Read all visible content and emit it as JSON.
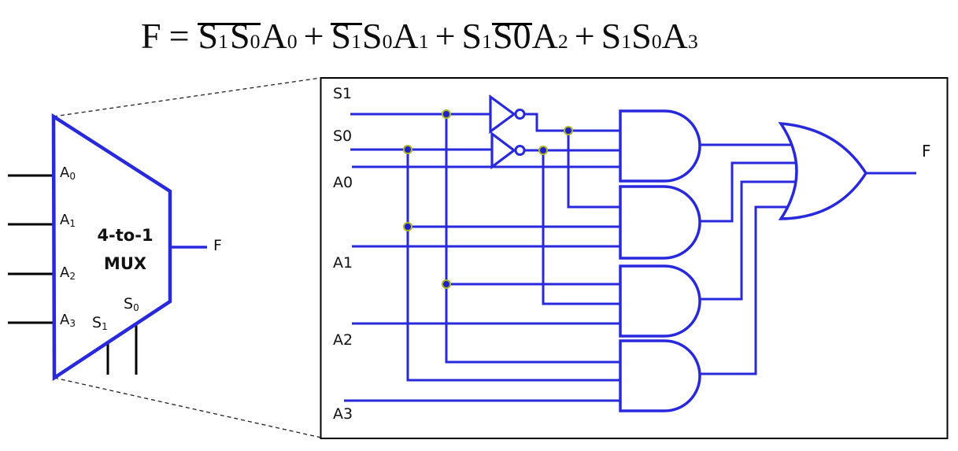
{
  "title": "4-to-1 multiplexer logic diagram",
  "colors": {
    "wire_blue": "#2828dd",
    "junction_fill": "#2020c8",
    "junction_ring": "#a8b428",
    "text": "#111111",
    "box_border": "#000000"
  },
  "formula": {
    "lhs": "F",
    "eq": "=",
    "plus": "+",
    "t1": {
      "a": "S",
      "a_sub": "1",
      "b": "S",
      "b_sub": "0",
      "c": "A",
      "c_sub": "0"
    },
    "t2": {
      "a": "S",
      "a_sub": "1",
      "b": "S",
      "b_sub": "0",
      "c": "A",
      "c_sub": "1"
    },
    "t3": {
      "a": "S",
      "a_sub": "1",
      "b": "S0",
      "b_sub": "",
      "c": "A",
      "c_sub": "2"
    },
    "t4": {
      "a": "S",
      "a_sub": "1",
      "b": "S",
      "b_sub": "0",
      "c": "A",
      "c_sub": "3"
    }
  },
  "mux": {
    "title_line1": "4-to-1",
    "title_line2": "MUX",
    "inputs": [
      {
        "base": "A",
        "sub": "0"
      },
      {
        "base": "A",
        "sub": "1"
      },
      {
        "base": "A",
        "sub": "2"
      },
      {
        "base": "A",
        "sub": "3"
      }
    ],
    "selects": [
      {
        "base": "S",
        "sub": "1"
      },
      {
        "base": "S",
        "sub": "0"
      }
    ],
    "output_label": "F"
  },
  "circuit": {
    "input_labels": [
      "S1",
      "S0",
      "A0",
      "A1",
      "A2",
      "A3"
    ],
    "output_label": "F",
    "gates": [
      "NOT",
      "NOT",
      "AND",
      "AND",
      "AND",
      "AND",
      "OR"
    ]
  }
}
